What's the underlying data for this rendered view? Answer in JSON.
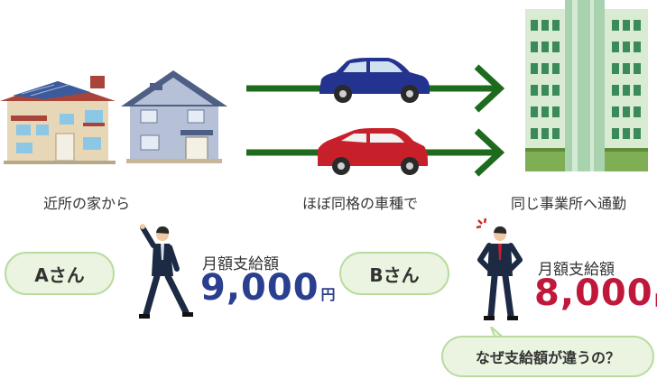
{
  "captions": {
    "from_home": "近所の家から",
    "car": "ほぼ同格の車種で",
    "commute": "同じ事業所へ通勤"
  },
  "person_a": {
    "name": "Aさん",
    "salary_label": "月額支給額",
    "amount": "9,000",
    "unit": "円"
  },
  "person_b": {
    "name": "Bさん",
    "salary_label": "月額支給額",
    "amount": "8,000",
    "unit": "円"
  },
  "bubble": {
    "text": "なぜ支給額が違うの？"
  },
  "colors": {
    "arrow": "#1e6b1e",
    "blue_amount": "#2a3f8f",
    "red_amount": "#c0183a",
    "pill_bg": "#eaf4e0",
    "pill_border": "#b9dba0",
    "blue_car": "#24338f",
    "red_car": "#c8202a"
  }
}
